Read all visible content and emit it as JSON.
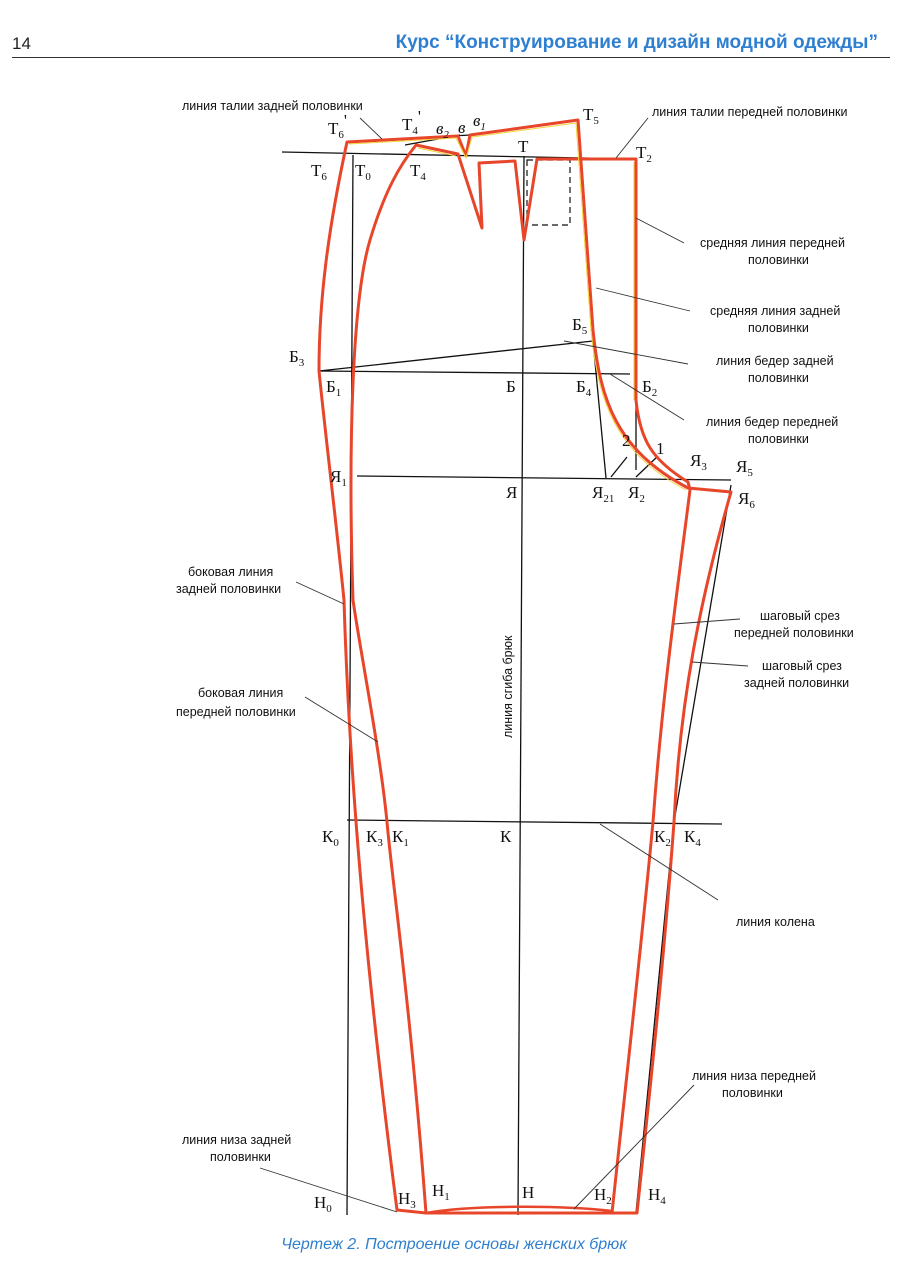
{
  "header": {
    "page_number": "14",
    "course_title": "Курс “Конструирование и дизайн модной одежды”"
  },
  "caption": "Чертеж 2. Построение основы женских брюк",
  "colors": {
    "accent": "#2f7fd0",
    "contour": "#e8462a",
    "contour_inner": "#f2d23a",
    "line": "#111111"
  },
  "callouts": {
    "waist_back": "линия талии задней половинки",
    "waist_front": "линия талии передней половинки",
    "middle_front_1": "средняя линия передней",
    "middle_front_2": "половинки",
    "middle_back_1": "средняя линия задней",
    "middle_back_2": "половинки",
    "hip_back_1": "линия бедер задней",
    "hip_back_2": "половинки",
    "hip_front_1": "линия бедер передней",
    "hip_front_2": "половинки",
    "side_back_1": "боковая линия",
    "side_back_2": "задней половинки",
    "side_front_1": "боковая линия",
    "side_front_2": "передней половинки",
    "fold_line": "линия сгиба брюк",
    "inseam_front_1": "шаговый срез",
    "inseam_front_2": "передней половинки",
    "inseam_back_1": "шаговый срез",
    "inseam_back_2": "задней половинки",
    "knee_line": "линия колена",
    "hem_front_1": "линия низа передней",
    "hem_front_2": "половинки",
    "hem_back_1": "линия низа задней",
    "hem_back_2": "половинки"
  },
  "points": {
    "T6p": {
      "l": "Т",
      "s": "6",
      "x": "'"
    },
    "T4p": {
      "l": "Т",
      "s": "4",
      "x": "'"
    },
    "v2": {
      "l": "в",
      "s": "2"
    },
    "v": {
      "l": "в",
      "s": ""
    },
    "v1": {
      "l": "в",
      "s": "1"
    },
    "T5": {
      "l": "Т",
      "s": "5"
    },
    "T6": {
      "l": "Т",
      "s": "6"
    },
    "T0": {
      "l": "Т",
      "s": "0"
    },
    "T4": {
      "l": "Т",
      "s": "4"
    },
    "T": {
      "l": "Т",
      "s": ""
    },
    "T2": {
      "l": "Т",
      "s": "2"
    },
    "B5": {
      "l": "Б",
      "s": "5"
    },
    "B3": {
      "l": "Б",
      "s": "3"
    },
    "B1": {
      "l": "Б",
      "s": "1"
    },
    "B": {
      "l": "Б",
      "s": ""
    },
    "B4": {
      "l": "Б",
      "s": "4"
    },
    "B2": {
      "l": "Б",
      "s": "2"
    },
    "n2": {
      "l": "2",
      "s": ""
    },
    "n1": {
      "l": "1",
      "s": ""
    },
    "Ya3": {
      "l": "Я",
      "s": "3"
    },
    "Ya5": {
      "l": "Я",
      "s": "5"
    },
    "Ya1": {
      "l": "Я",
      "s": "1"
    },
    "Ya": {
      "l": "Я",
      "s": ""
    },
    "Ya21": {
      "l": "Я",
      "s": "21"
    },
    "Ya2": {
      "l": "Я",
      "s": "2"
    },
    "Ya6": {
      "l": "Я",
      "s": "6"
    },
    "K0": {
      "l": "К",
      "s": "0"
    },
    "K3": {
      "l": "К",
      "s": "3"
    },
    "K1": {
      "l": "К",
      "s": "1"
    },
    "K": {
      "l": "К",
      "s": ""
    },
    "K2": {
      "l": "К",
      "s": "2"
    },
    "K4": {
      "l": "К",
      "s": "4"
    },
    "H3": {
      "l": "Н",
      "s": "3"
    },
    "H1": {
      "l": "Н",
      "s": "1"
    },
    "H": {
      "l": "Н",
      "s": ""
    },
    "H2": {
      "l": "Н",
      "s": "2"
    },
    "H4": {
      "l": "Н",
      "s": "4"
    },
    "H0": {
      "l": "Н",
      "s": "0"
    }
  }
}
